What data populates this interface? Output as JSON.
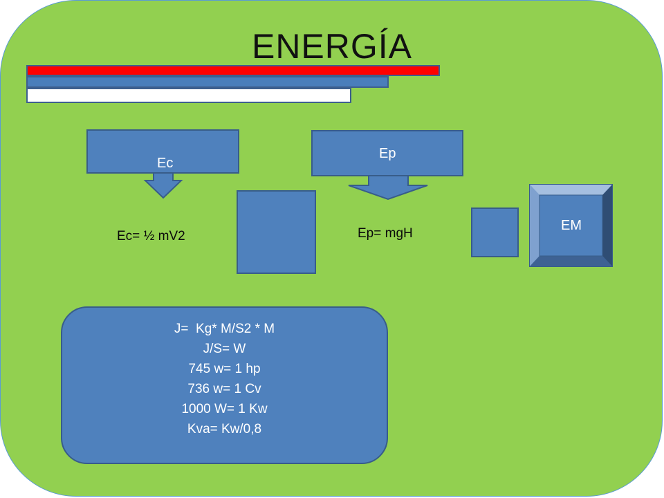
{
  "slide": {
    "title": "ENERGÍA",
    "colors": {
      "background": "#92d050",
      "shape_fill": "#4f81bd",
      "shape_border": "#385d8a",
      "red_bar": "#ff0000"
    }
  },
  "kinetic": {
    "box_label": "Ec",
    "formula": "Ec= ½ mV2"
  },
  "potential": {
    "box_label": "Ep",
    "formula": "Ep= mgH"
  },
  "mechanical": {
    "box_label": "EM"
  },
  "formulas": [
    "J=  Kg* M/S2 * M",
    "J/S= W",
    "745 w= 1 hp",
    "736 w= 1 Cv",
    "1000 W= 1 Kw",
    "Kva= Kw/0,8"
  ]
}
